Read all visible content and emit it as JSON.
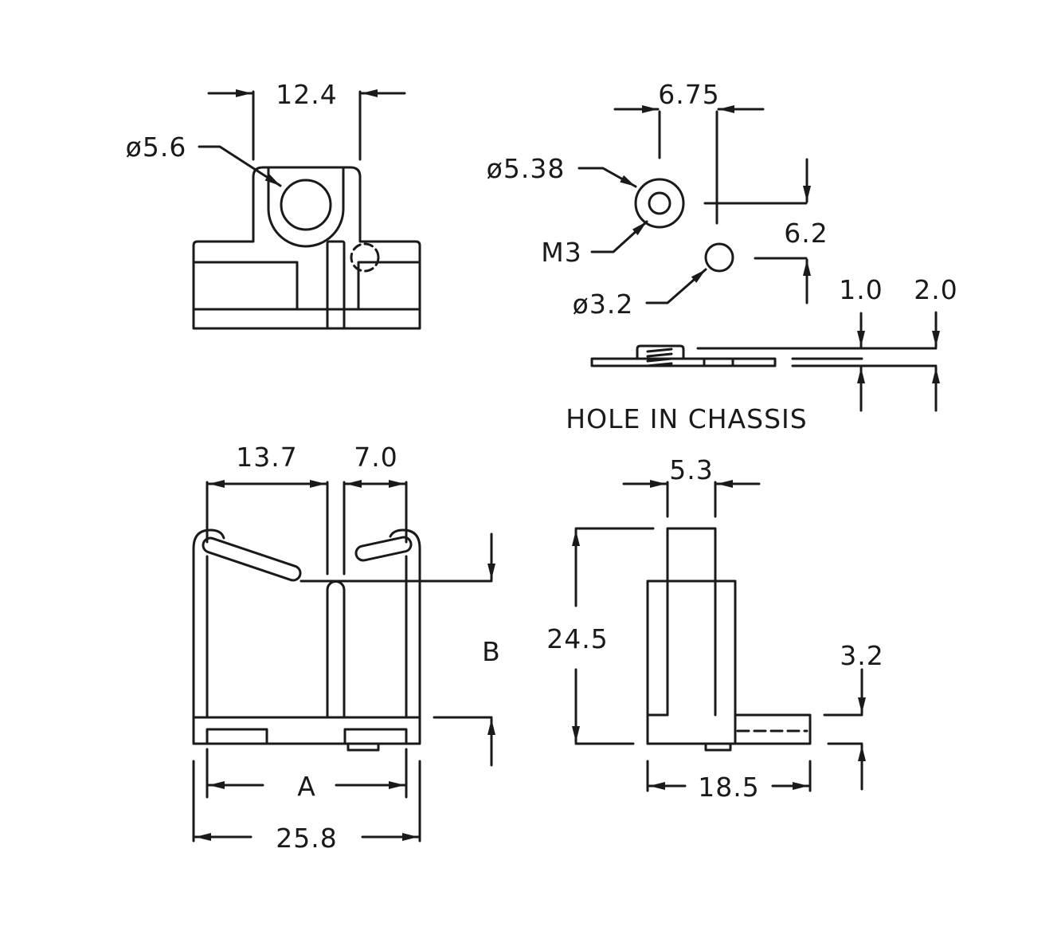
{
  "drawing": {
    "line_color": "#1a1a1a",
    "top_view": {
      "width": "12.4",
      "hole_dia": "ø5.6"
    },
    "hole_in_chassis": {
      "title": "HOLE IN CHASSIS",
      "pitch_x": "6.75",
      "pitch_y": "6.2",
      "clearance_dia": "ø5.38",
      "thread": "M3",
      "pin_dia": "ø3.2",
      "chassis_min": "1.0",
      "chassis_max": "2.0"
    },
    "front_view": {
      "left_gap": "13.7",
      "right_gap": "7.0",
      "height_label": "B",
      "inner_width": "A",
      "overall_width": "25.8"
    },
    "side_view": {
      "post_width": "5.3",
      "height": "24.5",
      "foot_height": "3.2",
      "depth": "18.5"
    }
  }
}
